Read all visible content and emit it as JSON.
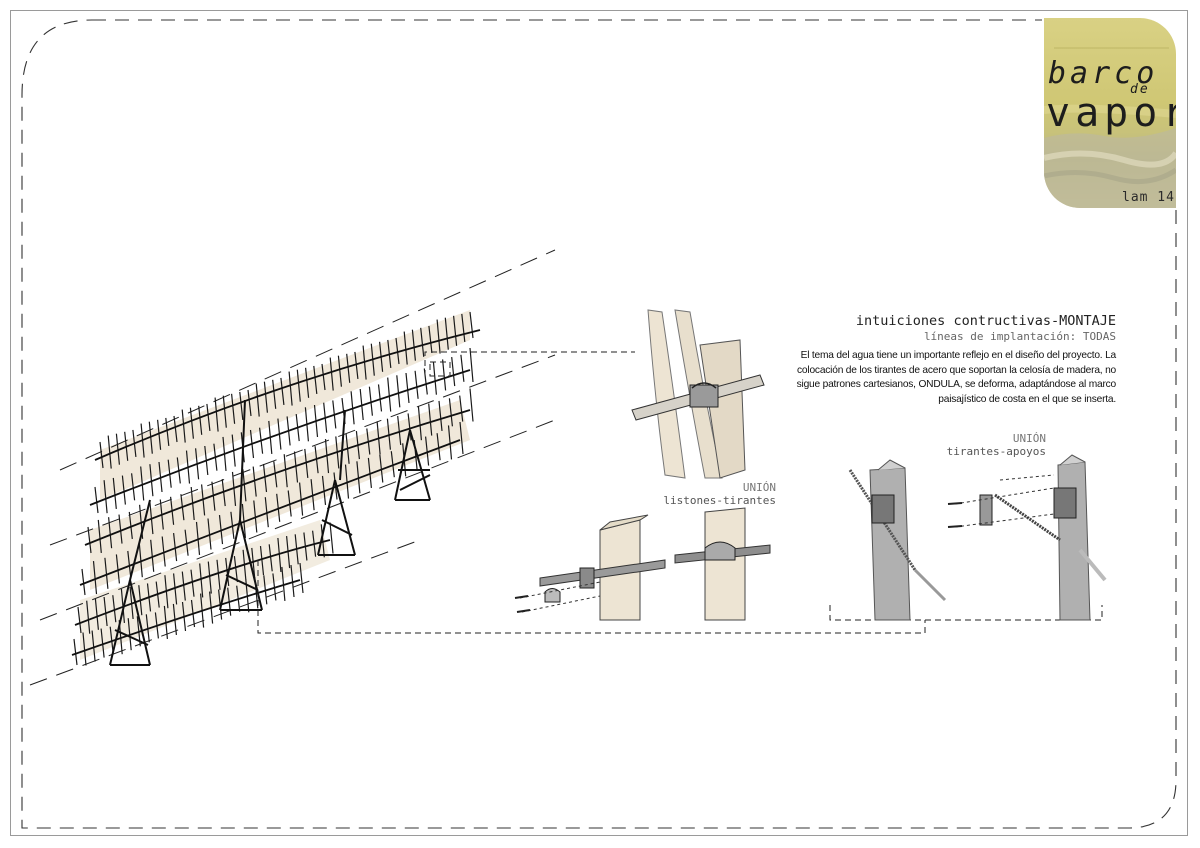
{
  "logo": {
    "word1": "barco",
    "word2": "de",
    "word3": "vapor",
    "sheet": "lam 14"
  },
  "text": {
    "title": "intuiciones contructivas-MONTAJE",
    "subtitle": "líneas de implantación: TODAS",
    "paragraph": "El tema del agua tiene un importante reflejo en el diseño del proyecto. La colocación de los tirantes de acero que soportan la celosía de madera, no sigue patrones cartesianos, ONDULA, se deforma, adaptándose al marco paisajístico de costa en el que se inserta."
  },
  "labels": {
    "union_a_line1": "UNIÓN",
    "union_a_line2": "listones-tirantes",
    "union_b_line1": "UNIÓN",
    "union_b_line2": "tirantes-apoyos"
  },
  "colors": {
    "logo_background": "#d4cc7c",
    "sketch_tint": "#ede4d3",
    "ink": "#1a1a1a",
    "steel": "#8e8e8e"
  }
}
